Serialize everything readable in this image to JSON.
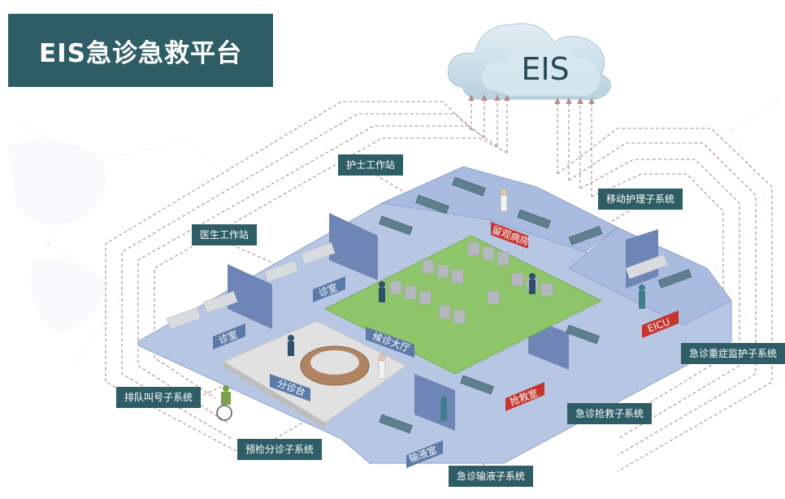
{
  "title": "EIS急诊急救平台",
  "cloud": {
    "label": "EIS"
  },
  "subsystems": {
    "nurse_station": "护士工作站",
    "doctor_station": "医生工作站",
    "mobile_nursing": "移动护理子系统",
    "critical_monitoring": "急诊重症监护子系统",
    "rescue": "急诊抢救子系统",
    "infusion": "急诊输液子系统",
    "triage_precheck": "预检分诊子系统",
    "queue_calling": "排队叫号子系统"
  },
  "rooms": {
    "observation_ward": "留观病房",
    "clinic_1": "诊室",
    "clinic_2": "诊室",
    "waiting_hall": "候诊大厅",
    "triage_desk": "分诊台",
    "eicu": "EICU",
    "rescue_room": "抢救室",
    "infusion_room": "输液室"
  },
  "colors": {
    "title_bg": "#2f5d65",
    "label_bg": "#2f5d65",
    "room_tag_red": "#c6342d",
    "room_tag_blue": "#5a7aa8",
    "waiting_floor": "#8fc56a",
    "floor_blue": "#9eb2d6",
    "wall_blue": "#6e86b5",
    "connector": "#b58a8a",
    "cloud_fill": "#c9dde8"
  }
}
